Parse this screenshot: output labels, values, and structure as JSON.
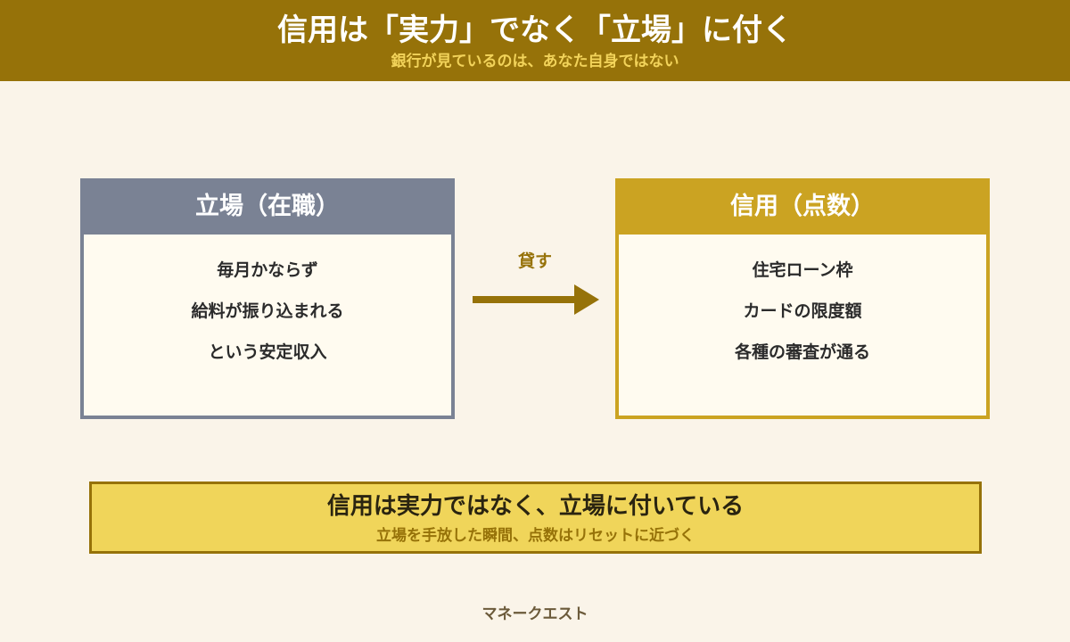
{
  "header": {
    "title": "信用は「実力」でなく「立場」に付く",
    "subtitle": "銀行が見ているのは、あなた自身ではない"
  },
  "left_box": {
    "title": "立場（在職）",
    "lines": [
      "毎月かならず",
      "給料が振り込まれる",
      "という安定収入"
    ]
  },
  "arrow": {
    "label": "貸す"
  },
  "right_box": {
    "title": "信用（点数）",
    "lines": [
      "住宅ローン枠",
      "カードの限度額",
      "各種の審査が通る"
    ]
  },
  "banner": {
    "title": "信用は実力ではなく、立場に付いている",
    "subtitle": "立場を手放した瞬間、点数はリセットに近づく"
  },
  "footer": {
    "text": "マネークエスト"
  },
  "colors": {
    "header_bg": "#967209",
    "left_box": "#7a8294",
    "right_box": "#cba322",
    "banner_bg": "#f0d55a",
    "page_bg": "#faf4e9"
  }
}
